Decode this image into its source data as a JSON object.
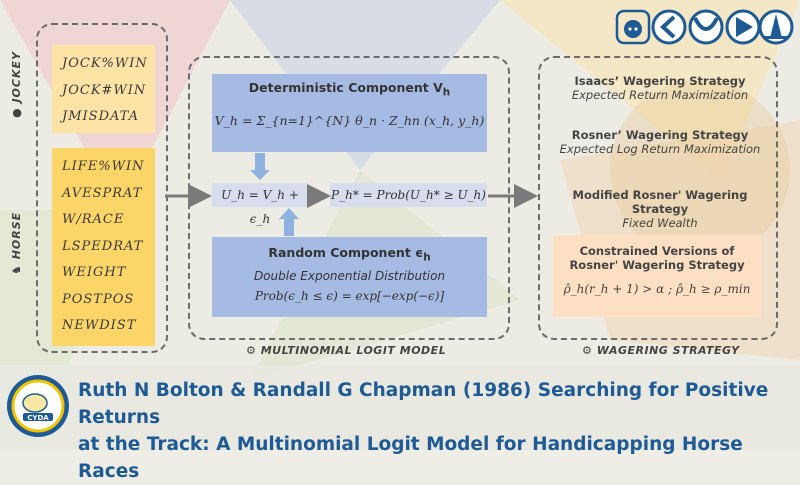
{
  "jockey": {
    "label": "JOCKEY",
    "vars": [
      "JOCK%WIN",
      "JOCK#WIN",
      "JMISDATA"
    ]
  },
  "horse": {
    "label": "HORSE",
    "vars": [
      "LIFE%WIN",
      "AVESPRAT",
      "W/RACE",
      "LSPEDRAT",
      "WEIGHT",
      "POSTPOS",
      "NEWDIST"
    ]
  },
  "model": {
    "deterministic_title": "Deterministic Component V",
    "deterministic_subscript": "h",
    "deterministic_formula": "V_h = Σ_{n=1}^{N} θ_n · Z_hn (x_h, y_h)",
    "utility_formula": "U_h = V_h + ϵ_h",
    "prob_formula": "P_h* = Prob(U_h* ≥ U_h)",
    "random_title": "Random Component ϵ",
    "random_subscript": "h",
    "random_subtitle": "Double Exponential Distribution",
    "random_formula": "Prob(ϵ_h ≤ ϵ) = exp[−exp(−ϵ)]",
    "footer_label": "MULTINOMIAL LOGIT MODEL",
    "footer_icon": "gear-icon"
  },
  "wagering": {
    "strategies": [
      {
        "title": "Isaacs’ Wagering Strategy",
        "subtitle": "Expected Return Maximization"
      },
      {
        "title": "Rosner’ Wagering Strategy",
        "subtitle": "Expected Log Return Maximization"
      },
      {
        "title": "Modified Rosner' Wagering Strategy",
        "subtitle": "Fixed Wealth"
      }
    ],
    "constrained_title_line1": "Constrained Versions of",
    "constrained_title_line2": "Rosner' Wagering Strategy",
    "constrained_formula": "ρ̂_h(r_h + 1) > α ; ρ̂_h ≥ ρ_min",
    "footer_label": "WAGERING STRATEGY",
    "footer_icon": "gear-icon"
  },
  "title": {
    "line1": "Ruth N Bolton & Randall G Chapman (1986) Searching for Positive Returns",
    "line2": "at the Track: A Multinomial Logit Model for Handicapping Horse Races"
  },
  "badge_text": "CYDA",
  "colors": {
    "title": "#1e5a96",
    "blue_box": "#a6bbe4",
    "jockey_box": "#fde4a6",
    "horse_box": "#fbd567",
    "constrained_box": "#fde0c4"
  },
  "icons": [
    "pig-icon",
    "chevron-left-icon",
    "y-circle-icon",
    "play-arrow-icon",
    "tower-icon"
  ]
}
